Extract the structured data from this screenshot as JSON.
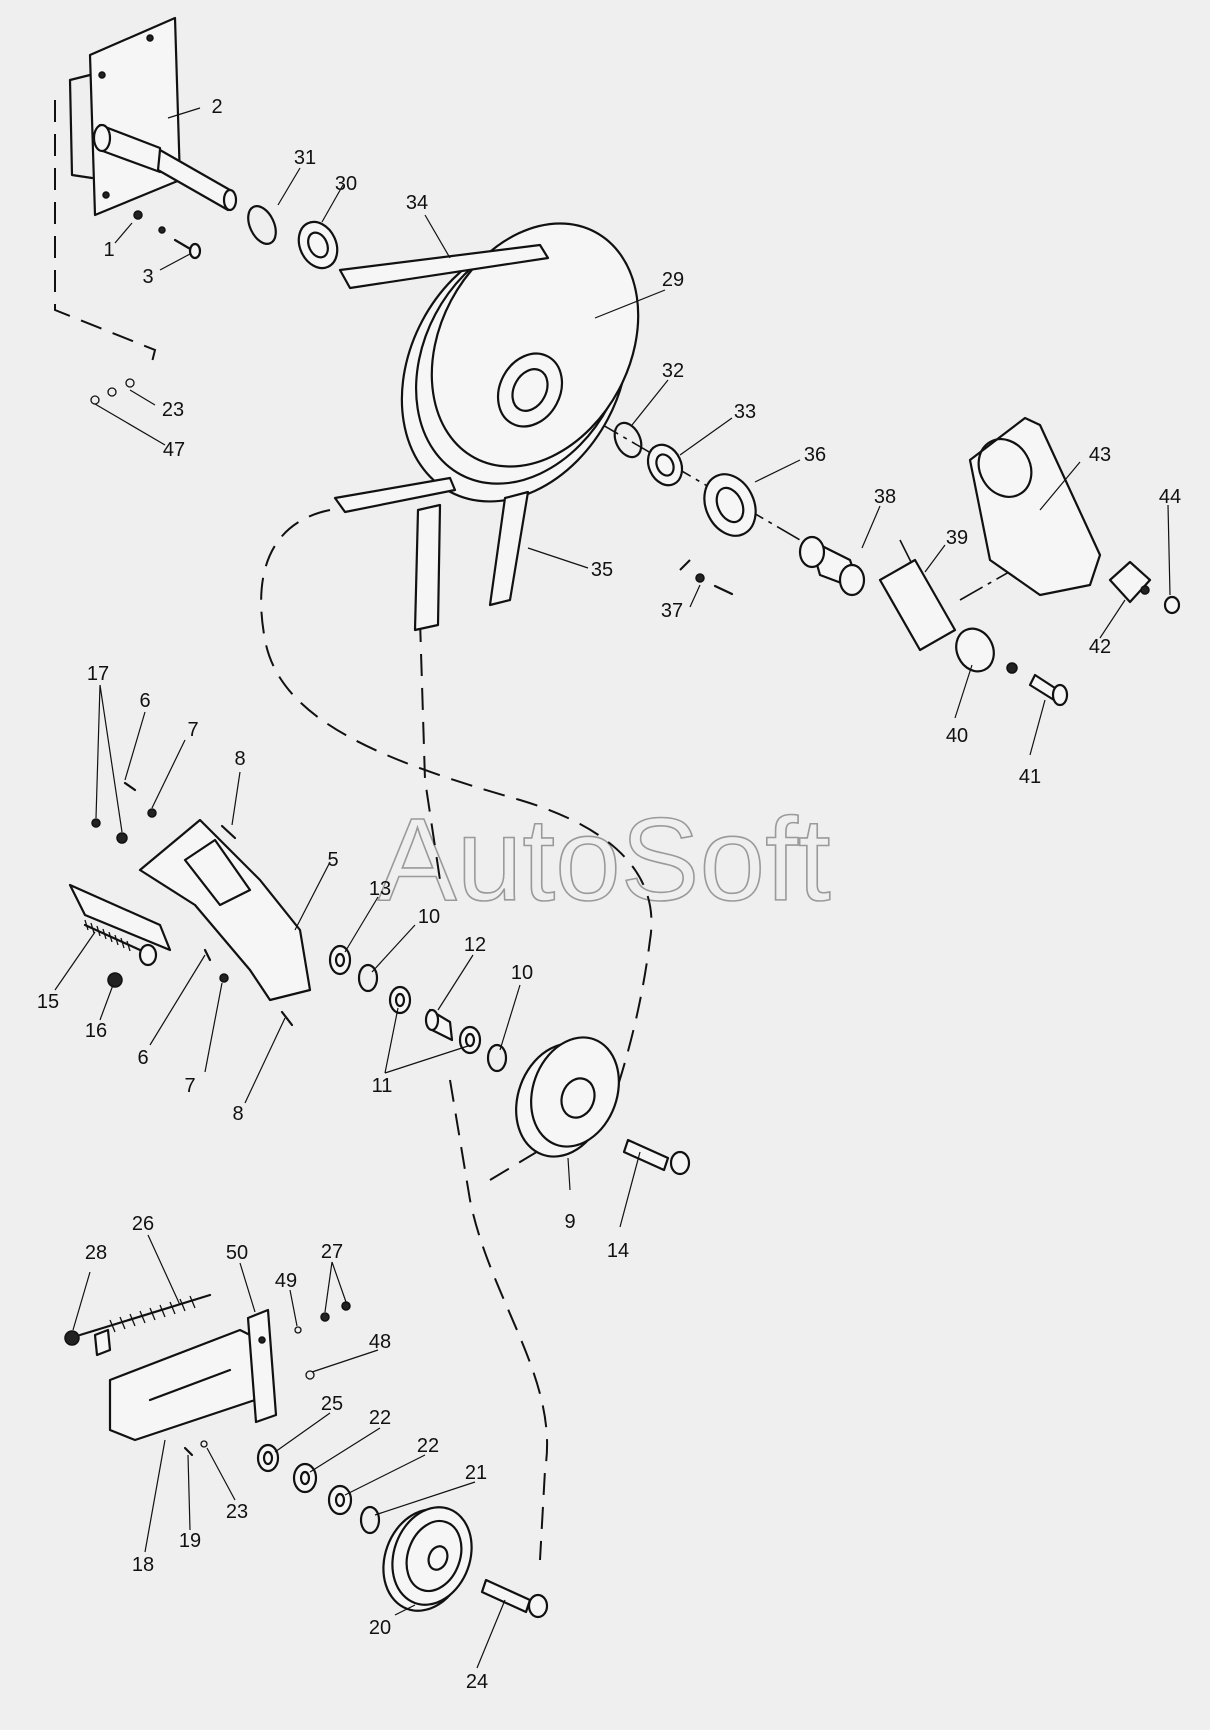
{
  "watermark": "AutoSoft",
  "labels": [
    {
      "id": "c2",
      "text": "2"
    },
    {
      "id": "c31",
      "text": "31"
    },
    {
      "id": "c30",
      "text": "30"
    },
    {
      "id": "c34",
      "text": "34"
    },
    {
      "id": "c1",
      "text": "1"
    },
    {
      "id": "c3",
      "text": "3"
    },
    {
      "id": "c29",
      "text": "29"
    },
    {
      "id": "c23a",
      "text": "23"
    },
    {
      "id": "c47",
      "text": "47"
    },
    {
      "id": "c32",
      "text": "32"
    },
    {
      "id": "c33",
      "text": "33"
    },
    {
      "id": "c36",
      "text": "36"
    },
    {
      "id": "c43",
      "text": "43"
    },
    {
      "id": "c44",
      "text": "44"
    },
    {
      "id": "c38",
      "text": "38"
    },
    {
      "id": "c39",
      "text": "39"
    },
    {
      "id": "c35",
      "text": "35"
    },
    {
      "id": "c37",
      "text": "37"
    },
    {
      "id": "c42",
      "text": "42"
    },
    {
      "id": "c40",
      "text": "40"
    },
    {
      "id": "c41",
      "text": "41"
    },
    {
      "id": "c17",
      "text": "17"
    },
    {
      "id": "c6a",
      "text": "6"
    },
    {
      "id": "c7a",
      "text": "7"
    },
    {
      "id": "c8a",
      "text": "8"
    },
    {
      "id": "c5",
      "text": "5"
    },
    {
      "id": "c13",
      "text": "13"
    },
    {
      "id": "c10a",
      "text": "10"
    },
    {
      "id": "c12",
      "text": "12"
    },
    {
      "id": "c10b",
      "text": "10"
    },
    {
      "id": "c15",
      "text": "15"
    },
    {
      "id": "c16",
      "text": "16"
    },
    {
      "id": "c6b",
      "text": "6"
    },
    {
      "id": "c7b",
      "text": "7"
    },
    {
      "id": "c8b",
      "text": "8"
    },
    {
      "id": "c11",
      "text": "11"
    },
    {
      "id": "c9",
      "text": "9"
    },
    {
      "id": "c14",
      "text": "14"
    },
    {
      "id": "c26",
      "text": "26"
    },
    {
      "id": "c50",
      "text": "50"
    },
    {
      "id": "c27",
      "text": "27"
    },
    {
      "id": "c28",
      "text": "28"
    },
    {
      "id": "c49",
      "text": "49"
    },
    {
      "id": "c48",
      "text": "48"
    },
    {
      "id": "c25",
      "text": "25"
    },
    {
      "id": "c22a",
      "text": "22"
    },
    {
      "id": "c22b",
      "text": "22"
    },
    {
      "id": "c21",
      "text": "21"
    },
    {
      "id": "c23b",
      "text": "23"
    },
    {
      "id": "c19",
      "text": "19"
    },
    {
      "id": "c18",
      "text": "18"
    },
    {
      "id": "c20",
      "text": "20"
    },
    {
      "id": "c24",
      "text": "24"
    }
  ]
}
